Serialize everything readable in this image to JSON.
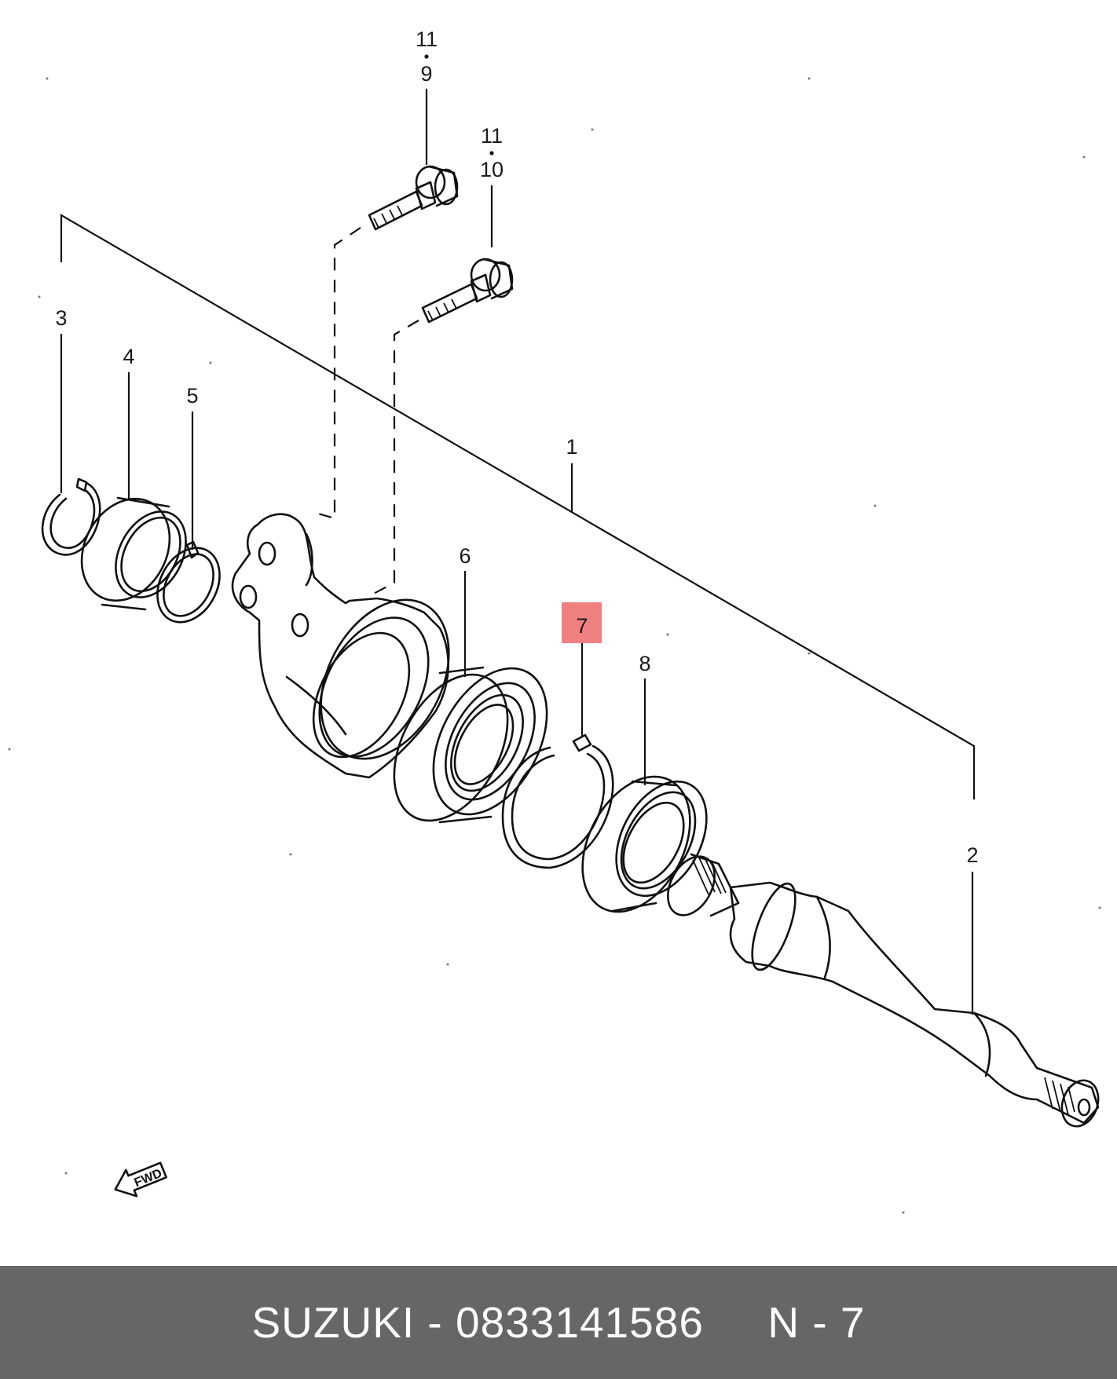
{
  "diagram": {
    "callouts": {
      "c1": "1",
      "c2": "2",
      "c3": "3",
      "c4": "4",
      "c5": "5",
      "c6": "6",
      "c7": "7",
      "c8": "8",
      "c9": "9",
      "c10": "10",
      "c11a": "11",
      "c11b": "11"
    },
    "highlighted_callout": "7",
    "highlight_color": "#f08080",
    "fwd_label": "FWD"
  },
  "footer": {
    "text": "SUZUKI - 0833141586     N - 7",
    "background": "#666666",
    "text_color": "#ffffff"
  }
}
